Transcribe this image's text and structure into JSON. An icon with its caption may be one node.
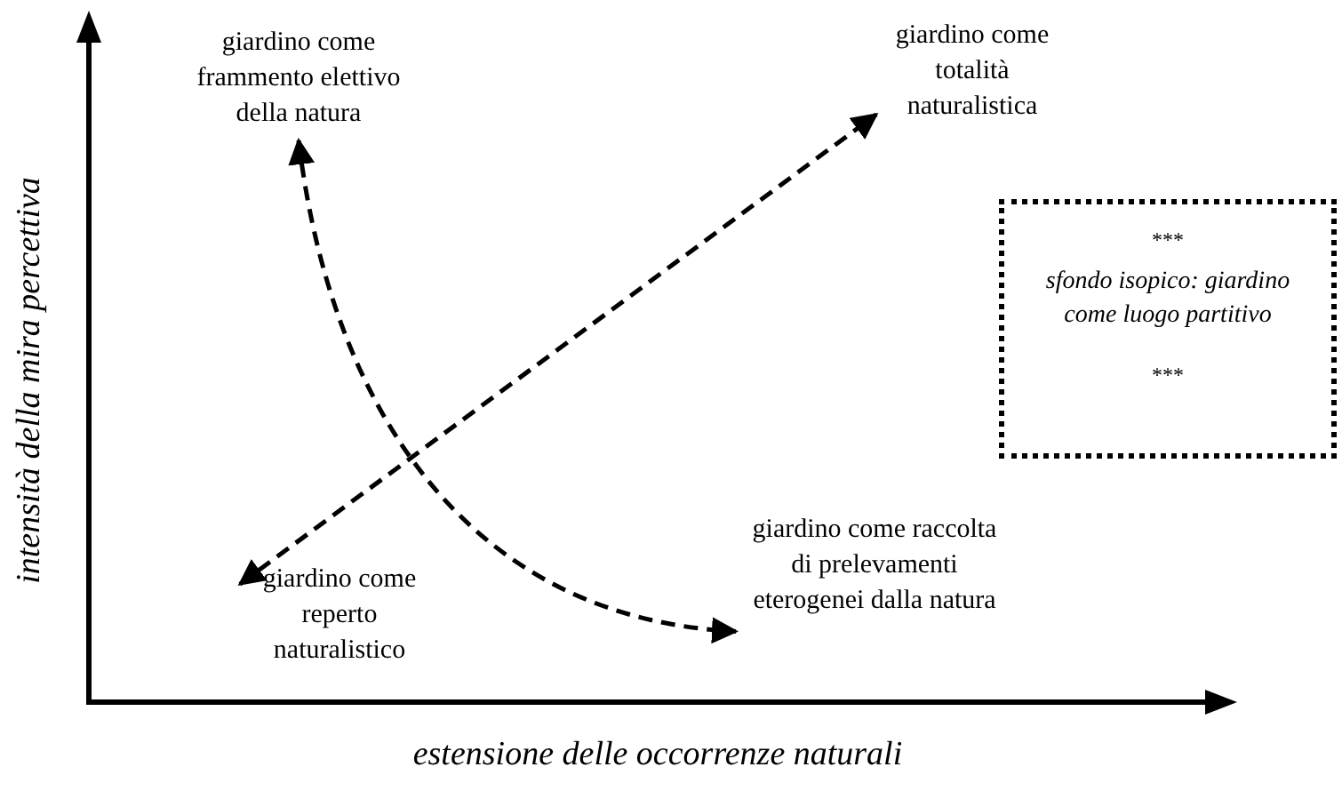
{
  "diagram": {
    "nodes": [
      {
        "text": [
          "giardino come frammento elettivo della natura"
        ]
      },
      {
        "text": [
          "giardino come totalità naturalistica"
        ]
      },
      {
        "text": [
          "***",
          "sfondo isopico: giardino come luogo partitivo",
          "***"
        ]
      },
      {
        "text": [
          "giardino come raccolta di prelevamenti eterogenei dalla natura"
        ]
      },
      {
        "text": [
          "giardino come reperto naturalistico"
        ]
      }
    ],
    "edges": [
      {
        "from": 0,
        "to": 3,
        "arrow": "both",
        "style": "dashed"
      },
      {
        "from": 4,
        "to": 1,
        "arrow": "both",
        "style": "dashed"
      }
    ],
    "labels": [
      "intensità della mira percettiva",
      "estensione delle occorrenze naturali"
    ]
  }
}
